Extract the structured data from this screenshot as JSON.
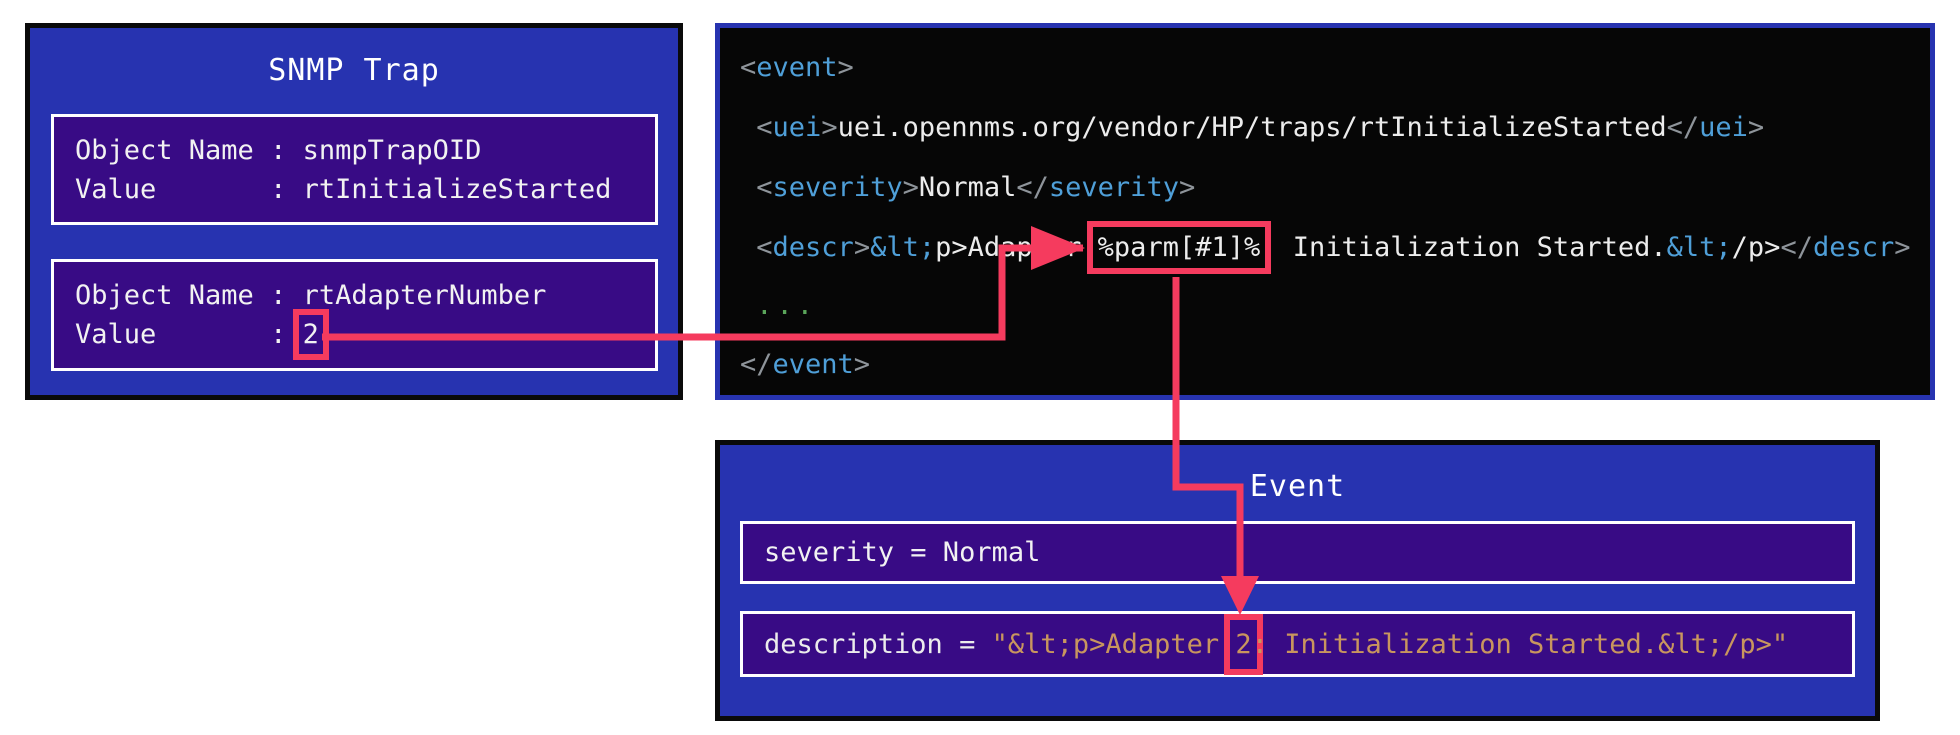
{
  "colors": {
    "panel_blue": "#2733b0",
    "panel_purple": "#380b85",
    "arrow_pink": "#f53b5e",
    "code_bg": "#060606",
    "tag_blue": "#4f9fd8",
    "punct_gray": "#8e949a",
    "code_white": "#ececec",
    "ellipsis_green": "#5aa55a",
    "string_tan": "#c9965e",
    "border_black": "#0a0a0a"
  },
  "snmp_trap": {
    "title": "SNMP Trap",
    "varbinds": [
      {
        "line1": "Object Name : snmpTrapOID",
        "line2_label": "Value       : ",
        "line2_value": "rtInitializeStarted"
      },
      {
        "line1": "Object Name : rtAdapterNumber",
        "line2_label": "Value       : ",
        "line2_value": "2"
      }
    ]
  },
  "code": {
    "lines": [
      {
        "tokens": [
          {
            "t": "<",
            "c": "p"
          },
          {
            "t": "event",
            "c": "tag"
          },
          {
            "t": ">",
            "c": "p"
          }
        ]
      },
      {
        "tokens": [
          {
            "t": " ",
            "c": "w"
          },
          {
            "t": "<",
            "c": "p"
          },
          {
            "t": "uei",
            "c": "tag"
          },
          {
            "t": ">",
            "c": "p"
          },
          {
            "t": "uei.opennms.org/vendor/HP/traps/rtInitializeStarted",
            "c": "w"
          },
          {
            "t": "</",
            "c": "p"
          },
          {
            "t": "uei",
            "c": "tag"
          },
          {
            "t": ">",
            "c": "p"
          }
        ]
      },
      {
        "tokens": [
          {
            "t": " ",
            "c": "w"
          },
          {
            "t": "<",
            "c": "p"
          },
          {
            "t": "severity",
            "c": "tag"
          },
          {
            "t": ">",
            "c": "p"
          },
          {
            "t": "Normal",
            "c": "w"
          },
          {
            "t": "</",
            "c": "p"
          },
          {
            "t": "severity",
            "c": "tag"
          },
          {
            "t": ">",
            "c": "p"
          }
        ]
      },
      {
        "tokens": [
          {
            "t": " ",
            "c": "w"
          },
          {
            "t": "<",
            "c": "p"
          },
          {
            "t": "descr",
            "c": "tag"
          },
          {
            "t": ">",
            "c": "p"
          },
          {
            "t": "&lt;",
            "c": "ent"
          },
          {
            "t": "p>Adapter ",
            "c": "w"
          },
          {
            "t": "%parm[#1]%",
            "c": "w",
            "hl": true
          },
          {
            "t": ": Initialization Started.",
            "c": "w"
          },
          {
            "t": "&lt;",
            "c": "ent"
          },
          {
            "t": "/p>",
            "c": "w"
          },
          {
            "t": "</",
            "c": "p"
          },
          {
            "t": "descr",
            "c": "tag"
          },
          {
            "t": ">",
            "c": "p"
          }
        ]
      },
      {
        "tokens": [
          {
            "t": " ",
            "c": "w"
          },
          {
            "t": "...",
            "c": "com"
          }
        ]
      },
      {
        "tokens": [
          {
            "t": "</",
            "c": "p"
          },
          {
            "t": "event",
            "c": "tag"
          },
          {
            "t": ">",
            "c": "p"
          }
        ]
      }
    ]
  },
  "event_box": {
    "title": "Event",
    "severity_line": "severity = Normal",
    "description_tokens": [
      {
        "t": "description = ",
        "c": "w"
      },
      {
        "t": "\"&lt;p>Adapter ",
        "c": "str"
      },
      {
        "t": "2",
        "c": "str",
        "hl": true
      },
      {
        "t": ": Initialization Started.&lt;/p>\"",
        "c": "str"
      }
    ]
  }
}
